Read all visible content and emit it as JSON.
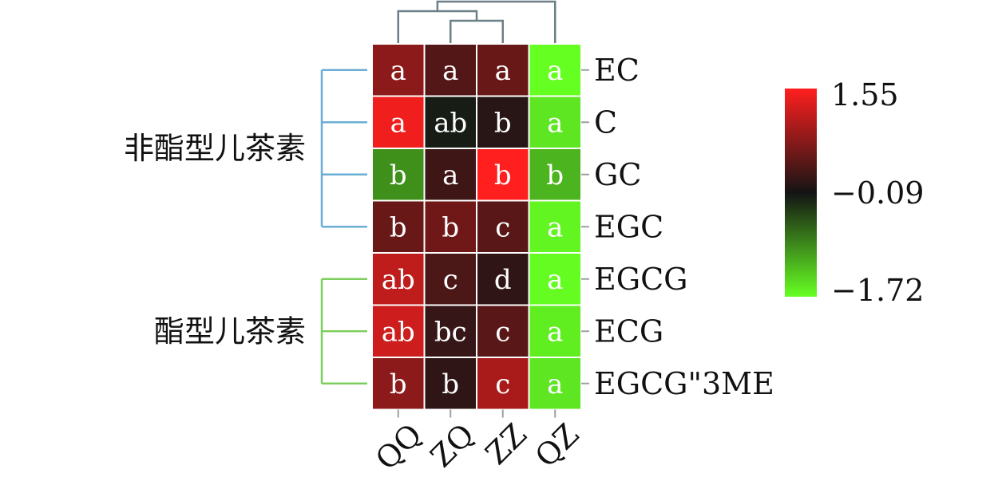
{
  "chart_data": {
    "type": "heatmap",
    "columns": [
      "QQ",
      "ZQ",
      "ZZ",
      "QZ"
    ],
    "rows": [
      "EC",
      "C",
      "GC",
      "EGC",
      "EGCG",
      "ECG",
      "EGCG\"3ME"
    ],
    "values": [
      [
        0.75,
        0.35,
        0.5,
        -1.72
      ],
      [
        1.45,
        -0.15,
        0.05,
        -1.55
      ],
      [
        -0.95,
        0.2,
        1.55,
        -1.2
      ],
      [
        0.5,
        0.55,
        0.4,
        -1.65
      ],
      [
        1.1,
        0.3,
        0.1,
        -1.7
      ],
      [
        1.2,
        0.15,
        0.4,
        -1.6
      ],
      [
        0.75,
        0.1,
        0.95,
        -1.55
      ]
    ],
    "annotations": [
      [
        "a",
        "a",
        "a",
        "a"
      ],
      [
        "a",
        "ab",
        "b",
        "a"
      ],
      [
        "b",
        "a",
        "b",
        "b"
      ],
      [
        "b",
        "b",
        "c",
        "a"
      ],
      [
        "ab",
        "c",
        "d",
        "a"
      ],
      [
        "ab",
        "bc",
        "c",
        "a"
      ],
      [
        "b",
        "b",
        "c",
        "a"
      ]
    ],
    "row_groups": [
      {
        "label": "非酯型儿茶素",
        "rows": [
          "EC",
          "C",
          "GC",
          "EGC"
        ],
        "color": "#6aaed6"
      },
      {
        "label": "酯型儿茶素",
        "rows": [
          "EGCG",
          "ECG",
          "EGCG\"3ME"
        ],
        "color": "#7ccf5e"
      }
    ],
    "colorbar": {
      "min": -1.72,
      "mid": -0.09,
      "max": 1.55,
      "tick_labels": [
        "1.55",
        "−0.09",
        "−1.72"
      ],
      "colors": {
        "low": "#66ff22",
        "mid": "#141414",
        "high": "#ff1f1f"
      }
    },
    "column_dendrogram_color": "#6b7f88",
    "legend_position": "right"
  }
}
